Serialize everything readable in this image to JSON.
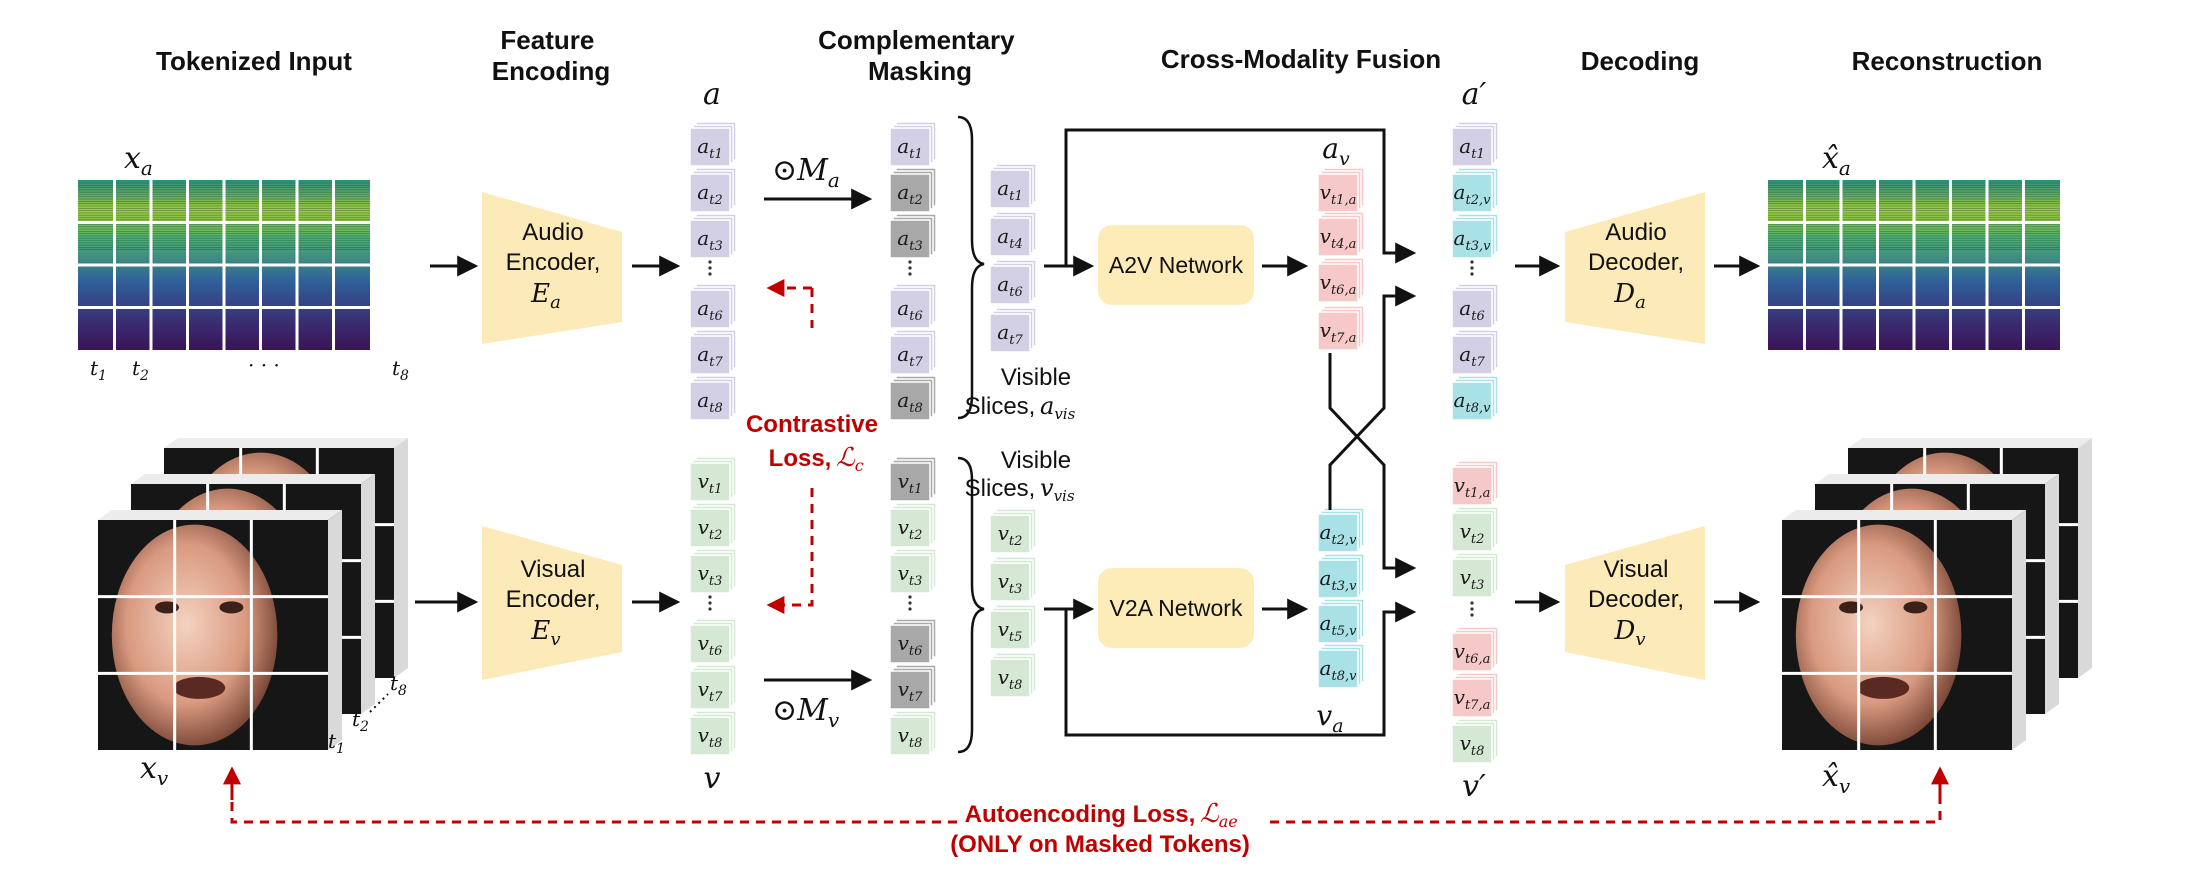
{
  "headers": {
    "tokenized_input": "Tokenized Input",
    "feature_encoding": "Feature\nEncoding",
    "complementary_masking": "Complementary\nMasking",
    "cross_modality_fusion": "Cross-Modality Fusion",
    "decoding": "Decoding",
    "reconstruction": "Reconstruction"
  },
  "symbols": {
    "x_a": "x",
    "x_a_sub": "a",
    "x_v": "x",
    "x_v_sub": "v",
    "xhat_a": "x̂",
    "xhat_a_sub": "a",
    "xhat_v": "x̂",
    "xhat_v_sub": "v",
    "a": "a",
    "v": "v",
    "a_prime": "a′",
    "v_prime": "v′",
    "a_v": "a",
    "a_v_sub": "v",
    "v_a": "v",
    "v_a_sub": "a",
    "mask_a": "⊙M",
    "mask_a_sub": "a",
    "mask_v": "⊙M",
    "mask_v_sub": "v"
  },
  "time_axis": {
    "audio": [
      "t1",
      "t2",
      "· · ·",
      "t8"
    ],
    "video": [
      "t1",
      "t2",
      "t8"
    ]
  },
  "encoders": {
    "audio": {
      "line1": "Audio",
      "line2": "Encoder,",
      "sym": "E",
      "sym_sub": "a"
    },
    "visual": {
      "line1": "Visual",
      "line2": "Encoder,",
      "sym": "E",
      "sym_sub": "v"
    }
  },
  "decoders": {
    "audio": {
      "line1": "Audio",
      "line2": "Decoder,",
      "sym": "D",
      "sym_sub": "a"
    },
    "visual": {
      "line1": "Visual",
      "line2": "Decoder,",
      "sym": "D",
      "sym_sub": "v"
    }
  },
  "networks": {
    "a2v": "A2V Network",
    "v2a": "V2A Network"
  },
  "visible_labels": {
    "audio_line1": "Visible",
    "audio_line2": "Slices,",
    "audio_sym": "a",
    "audio_sym_sub": "vis",
    "video_line1": "Visible",
    "video_line2": "Slices,",
    "video_sym": "v",
    "video_sym_sub": "vis"
  },
  "losses": {
    "contrastive_line1": "Contrastive",
    "contrastive_line2": "Loss,",
    "contrastive_sym": "ℒ",
    "contrastive_sub": "c",
    "autoencoding_line1": "Autoencoding Loss,",
    "autoencoding_sym": "ℒ",
    "autoencoding_sub": "ae",
    "autoencoding_line2": "(ONLY on Masked Tokens)"
  },
  "token_stacks": {
    "a": [
      {
        "b": "a",
        "s": "t1",
        "kind": "audio"
      },
      {
        "b": "a",
        "s": "t2",
        "kind": "audio"
      },
      {
        "b": "a",
        "s": "t3",
        "kind": "audio"
      },
      {
        "b": "a",
        "s": "t6",
        "kind": "audio"
      },
      {
        "b": "a",
        "s": "t7",
        "kind": "audio"
      },
      {
        "b": "a",
        "s": "t8",
        "kind": "audio"
      }
    ],
    "v": [
      {
        "b": "v",
        "s": "t1",
        "kind": "video"
      },
      {
        "b": "v",
        "s": "t2",
        "kind": "video"
      },
      {
        "b": "v",
        "s": "t3",
        "kind": "video"
      },
      {
        "b": "v",
        "s": "t6",
        "kind": "video"
      },
      {
        "b": "v",
        "s": "t7",
        "kind": "video"
      },
      {
        "b": "v",
        "s": "t8",
        "kind": "video"
      }
    ],
    "masked_a": [
      {
        "b": "a",
        "s": "t1",
        "kind": "audio"
      },
      {
        "b": "a",
        "s": "t2",
        "kind": "masked"
      },
      {
        "b": "a",
        "s": "t3",
        "kind": "masked"
      },
      {
        "b": "a",
        "s": "t6",
        "kind": "audio"
      },
      {
        "b": "a",
        "s": "t7",
        "kind": "audio"
      },
      {
        "b": "a",
        "s": "t8",
        "kind": "masked"
      }
    ],
    "masked_v": [
      {
        "b": "v",
        "s": "t1",
        "kind": "masked"
      },
      {
        "b": "v",
        "s": "t2",
        "kind": "video"
      },
      {
        "b": "v",
        "s": "t3",
        "kind": "video"
      },
      {
        "b": "v",
        "s": "t6",
        "kind": "masked"
      },
      {
        "b": "v",
        "s": "t7",
        "kind": "masked"
      },
      {
        "b": "v",
        "s": "t8",
        "kind": "video"
      }
    ],
    "visible_a": [
      {
        "b": "a",
        "s": "t1",
        "kind": "audio"
      },
      {
        "b": "a",
        "s": "t4",
        "kind": "audio"
      },
      {
        "b": "a",
        "s": "t6",
        "kind": "audio"
      },
      {
        "b": "a",
        "s": "t7",
        "kind": "audio"
      }
    ],
    "visible_v": [
      {
        "b": "v",
        "s": "t2",
        "kind": "video"
      },
      {
        "b": "v",
        "s": "t3",
        "kind": "video"
      },
      {
        "b": "v",
        "s": "t5",
        "kind": "video"
      },
      {
        "b": "v",
        "s": "t8",
        "kind": "video"
      }
    ],
    "a_v": [
      {
        "b": "v",
        "s": "t1,a",
        "kind": "cross_pink"
      },
      {
        "b": "v",
        "s": "t4,a",
        "kind": "cross_pink"
      },
      {
        "b": "v",
        "s": "t6,a",
        "kind": "cross_pink"
      },
      {
        "b": "v",
        "s": "t7,a",
        "kind": "cross_pink"
      }
    ],
    "v_a": [
      {
        "b": "a",
        "s": "t2,v",
        "kind": "cross_cyan"
      },
      {
        "b": "a",
        "s": "t3,v",
        "kind": "cross_cyan"
      },
      {
        "b": "a",
        "s": "t5,v",
        "kind": "cross_cyan"
      },
      {
        "b": "a",
        "s": "t8,v",
        "kind": "cross_cyan"
      }
    ],
    "a_prime": [
      {
        "b": "a",
        "s": "t1",
        "kind": "audio"
      },
      {
        "b": "a",
        "s": "t2,v",
        "kind": "cross_cyan"
      },
      {
        "b": "a",
        "s": "t3,v",
        "kind": "cross_cyan"
      },
      {
        "b": "a",
        "s": "t6",
        "kind": "audio"
      },
      {
        "b": "a",
        "s": "t7",
        "kind": "audio"
      },
      {
        "b": "a",
        "s": "t8,v",
        "kind": "cross_cyan"
      }
    ],
    "v_prime": [
      {
        "b": "v",
        "s": "t1,a",
        "kind": "cross_pink"
      },
      {
        "b": "v",
        "s": "t2",
        "kind": "video"
      },
      {
        "b": "v",
        "s": "t3",
        "kind": "video"
      },
      {
        "b": "v",
        "s": "t6,a",
        "kind": "cross_pink"
      },
      {
        "b": "v",
        "s": "t7,a",
        "kind": "cross_pink"
      },
      {
        "b": "v",
        "s": "t8",
        "kind": "video"
      }
    ]
  },
  "colors": {
    "audio_token": "#d3d0e6",
    "video_token": "#d4e8d4",
    "masked_token": "#a8a8a8",
    "cross_pink": "#f6c8c8",
    "cross_cyan": "#a8e2e6",
    "encoder_fill": "#fcebb8",
    "network_fill": "#fdebb8",
    "loss_red": "#c00000",
    "arrow": "#111111"
  }
}
